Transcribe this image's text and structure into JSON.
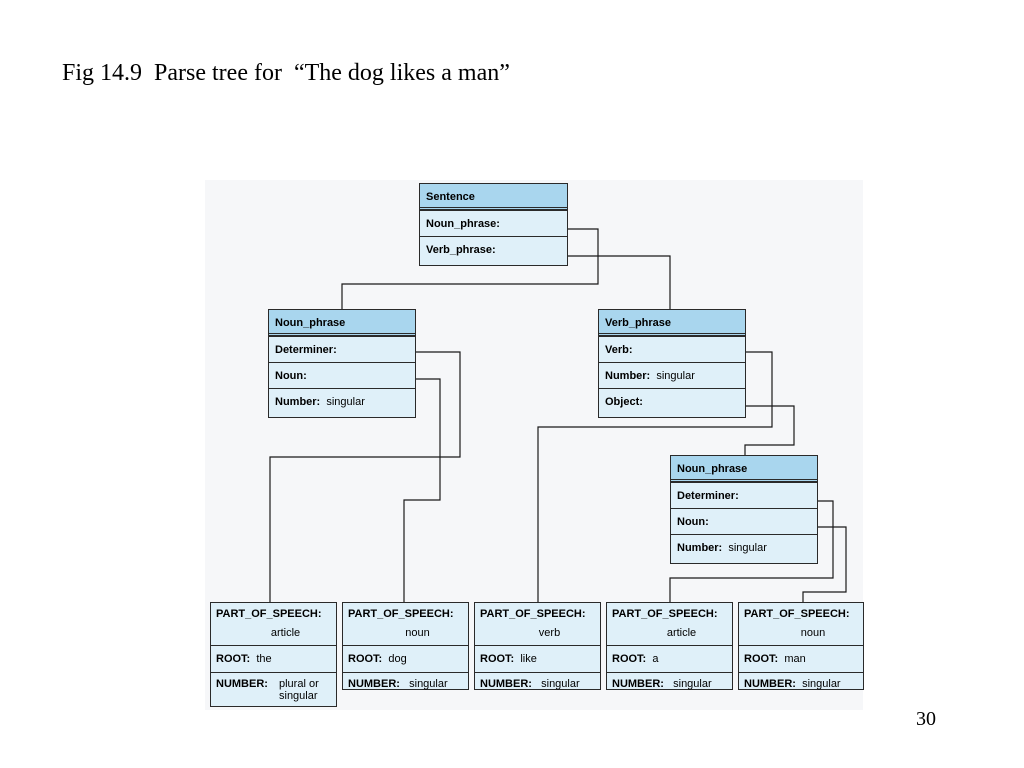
{
  "title": "Fig 14.9  Parse tree for  “The dog likes a man”",
  "slide_number": "30",
  "sentence": {
    "header": "Sentence",
    "rows": [
      "Noun_phrase:",
      "Verb_phrase:"
    ]
  },
  "noun_phrase_1": {
    "header": "Noun_phrase",
    "determiner": "Determiner:",
    "noun": "Noun:",
    "number_label": "Number:",
    "number_value": "singular"
  },
  "verb_phrase": {
    "header": "Verb_phrase",
    "verb": "Verb:",
    "number_label": "Number:",
    "number_value": "singular",
    "object": "Object:"
  },
  "noun_phrase_2": {
    "header": "Noun_phrase",
    "determiner": "Determiner:",
    "noun": "Noun:",
    "number_label": "Number:",
    "number_value": "singular"
  },
  "leaves": [
    {
      "pos_label": "PART_OF_SPEECH:",
      "pos": "article",
      "root_label": "ROOT:",
      "root": "the",
      "number_label": "NUMBER:",
      "number": "plural or singular"
    },
    {
      "pos_label": "PART_OF_SPEECH:",
      "pos": "noun",
      "root_label": "ROOT:",
      "root": "dog",
      "number_label": "NUMBER:",
      "number": "singular"
    },
    {
      "pos_label": "PART_OF_SPEECH:",
      "pos": "verb",
      "root_label": "ROOT:",
      "root": "like",
      "number_label": "NUMBER:",
      "number": "singular"
    },
    {
      "pos_label": "PART_OF_SPEECH:",
      "pos": "article",
      "root_label": "ROOT:",
      "root": "a",
      "number_label": "NUMBER:",
      "number": "singular"
    },
    {
      "pos_label": "PART_OF_SPEECH:",
      "pos": "noun",
      "root_label": "ROOT:",
      "root": "man",
      "number_label": "NUMBER:",
      "number": "singular"
    }
  ]
}
